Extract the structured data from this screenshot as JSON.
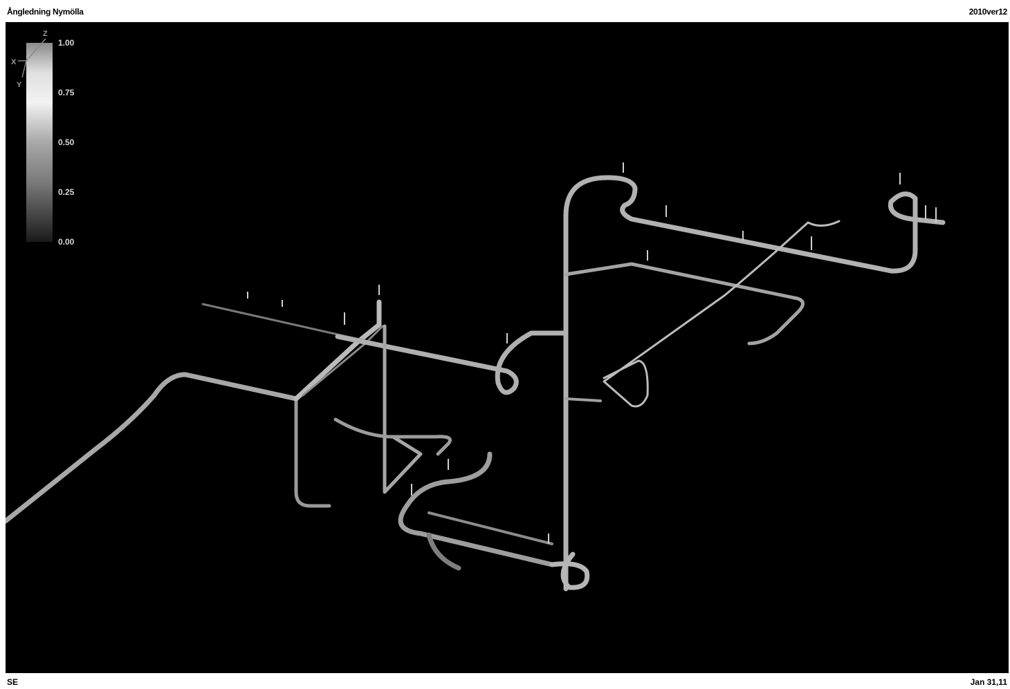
{
  "header": {
    "title": "Ångledning Nymölla",
    "version": "2010ver12"
  },
  "footer": {
    "view": "SE",
    "date": "Jan 31,11"
  },
  "legend": {
    "ticks": [
      "1.00",
      "0.75",
      "0.50",
      "0.25",
      "0.00"
    ],
    "min": 0,
    "max": 1
  },
  "axes": {
    "z": "Z",
    "x": "X",
    "y": "Y"
  },
  "colors": {
    "background": "#000000",
    "pipe": "#b4b4b4",
    "pipe_dark": "#6e6e6e"
  }
}
